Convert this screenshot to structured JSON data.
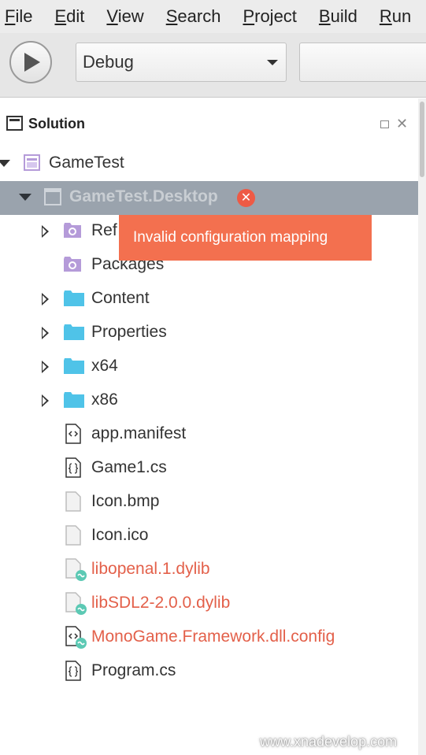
{
  "menu": {
    "items": [
      {
        "key": "F",
        "rest": "ile"
      },
      {
        "key": "E",
        "rest": "dit"
      },
      {
        "key": "V",
        "rest": "iew"
      },
      {
        "key": "S",
        "rest": "earch"
      },
      {
        "key": "P",
        "rest": "roject"
      },
      {
        "key": "B",
        "rest": "uild"
      },
      {
        "key": "R",
        "rest": "un"
      }
    ]
  },
  "toolbar": {
    "configuration": "Debug"
  },
  "solution_pad": {
    "title": "Solution",
    "close_glyph": "✕"
  },
  "tree": {
    "solution": "GameTest",
    "project": "GameTest.Desktop",
    "error_badge": "✕",
    "items": [
      {
        "label": "Ref",
        "icon": "references-folder-icon"
      },
      {
        "label": "Packages",
        "icon": "packages-folder-icon"
      },
      {
        "label": "Content",
        "icon": "folder-icon"
      },
      {
        "label": "Properties",
        "icon": "folder-icon"
      },
      {
        "label": "x64",
        "icon": "folder-icon"
      },
      {
        "label": "x86",
        "icon": "folder-icon"
      },
      {
        "label": "app.manifest",
        "icon": "xml-file-icon"
      },
      {
        "label": "Game1.cs",
        "icon": "csharp-file-icon"
      },
      {
        "label": "Icon.bmp",
        "icon": "file-icon"
      },
      {
        "label": "Icon.ico",
        "icon": "file-icon"
      },
      {
        "label": "libopenal.1.dylib",
        "icon": "linked-file-icon"
      },
      {
        "label": "libSDL2-2.0.0.dylib",
        "icon": "linked-file-icon"
      },
      {
        "label": "MonoGame.Framework.dll.config",
        "icon": "linked-xml-file-icon"
      },
      {
        "label": "Program.cs",
        "icon": "csharp-file-icon"
      }
    ]
  },
  "tooltip": {
    "text": "Invalid configuration mapping"
  },
  "watermark": "www.xnadevelop.com",
  "colors": {
    "selection": "#9aa3ad",
    "error": "#e3604a",
    "tooltip": "#f3704f",
    "folder": "#4fc3e8",
    "project": "#b59bd9"
  }
}
